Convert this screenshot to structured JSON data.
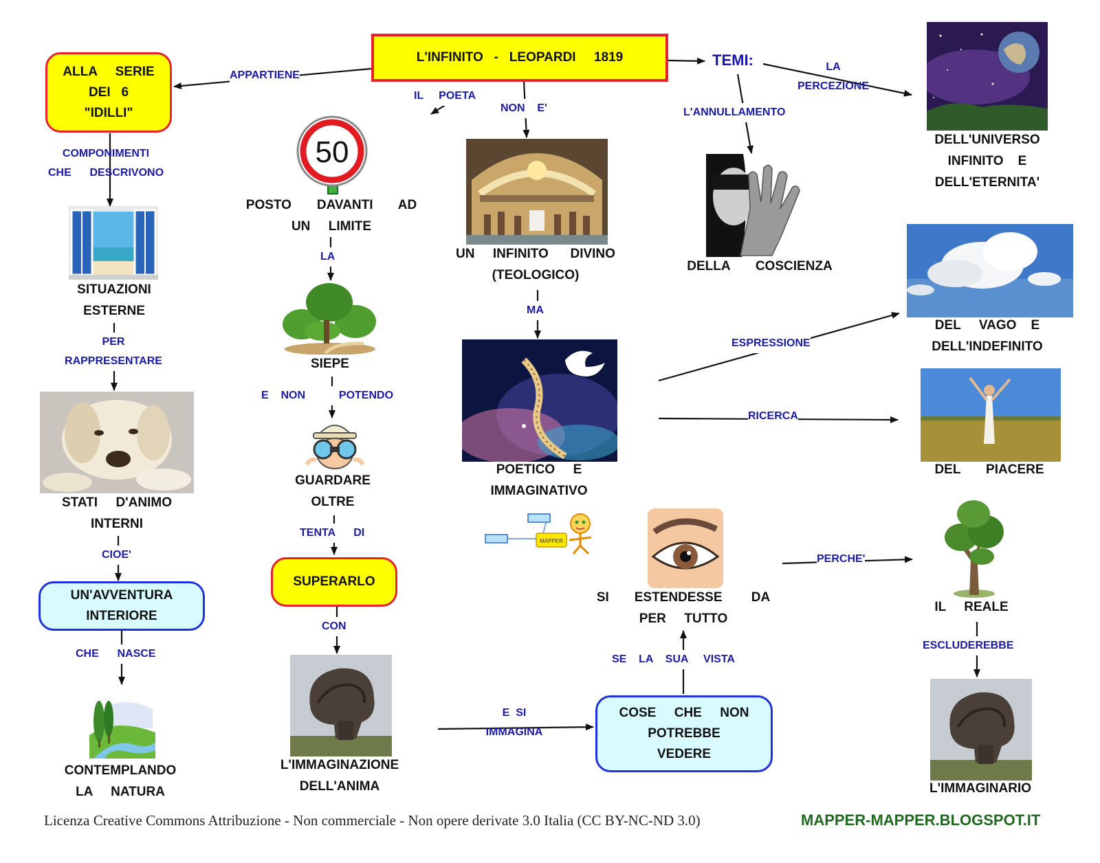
{
  "title": "L'INFINITO   -   LEOPARDI     1819",
  "temi_label": "TEMI:",
  "nodes": {
    "serie_idilli": "ALLA     SERIE\nDEI   6\n\"IDILLI\"",
    "situazioni_esterne": "SITUAZIONI\nESTERNE",
    "stati_animo": "STATI     D'ANIMO\nINTERNI",
    "avventura": "UN'AVVENTURA\nINTERIORE",
    "contemplando": "CONTEMPLANDO\nLA     NATURA",
    "posto_davanti": "POSTO       DAVANTI       AD\nUN     LIMITE",
    "siepe": "SIEPE",
    "guardare_oltre": "GUARDARE\nOLTRE",
    "superarlo": "SUPERARLO",
    "immaginazione": "L'IMMAGINAZIONE\nDELL'ANIMA",
    "infinito_divino": "UN     INFINITO      DIVINO\n(TEOLOGICO)",
    "poetico": "POETICO     E\nIMMAGINATIVO",
    "coscienza": "DELLA       COSCIENZA",
    "universo": "DELL'UNIVERSO\nINFINITO    E\nDELL'ETERNITA'",
    "vago": "DEL     VAGO    E\nDELL'INDEFINITO",
    "piacere": "DEL       PIACERE",
    "estendesse": "SI       ESTENDESSE        DA\nPER     TUTTO",
    "cose": "COSE     CHE     NON\nPOTREBBE\nVEDERE",
    "reale": "IL     REALE",
    "immaginario": "L'IMMAGINARIO"
  },
  "links": {
    "appartiene": "APPARTIENE",
    "componimenti": "COMPONIMENTI\nCHE      DESCRIVONO",
    "per_rappresentare": "PER\nRAPPRESENTARE",
    "cioe": "CIOE'",
    "che_nasce": "CHE      NASCE",
    "il_poeta": "IL     POETA",
    "la": "LA",
    "e_non_potendo": "E    NON           POTENDO",
    "tenta_di": "TENTA      DI",
    "con": "CON",
    "non_e": "NON    E'",
    "ma": "MA",
    "annullamento": "L'ANNULLAMENTO",
    "percezione": "LA\nPERCEZIONE",
    "espressione": "ESPRESSIONE",
    "ricerca": "RICERCA",
    "perche": "PERCHE'",
    "e_si_immagina": "E  SI\nIMMAGINA",
    "se_la_sua_vista": "SE    LA    SUA     VISTA",
    "escluderebbe": "ESCLUDEREBBE"
  },
  "mapper_logo_text": "MAPPER",
  "speed_sign_number": "50",
  "footer": {
    "license": "Licenza Creative Commons Attribuzione - Non commerciale - Non opere derivate 3.0 Italia (CC BY-NC-ND 3.0)",
    "site": "MAPPER-MAPPER.BLOGSPOT.IT"
  },
  "colors": {
    "box_yellow": "#ffff00",
    "box_red_border": "#e8202a",
    "box_cyan": "#d8fbff",
    "box_blue_border": "#1f2fdc",
    "link_text": "#1a1aa8",
    "site_green": "#1f6a1f"
  },
  "icons": [
    "window-picture",
    "sad-dog-picture",
    "landscape-picture",
    "speed-limit-sign-icon",
    "tree-picture",
    "binoculars-picture",
    "tree-head-picture",
    "fresco-picture",
    "stairway-dove-picture",
    "mapper-logo-icon",
    "blindfold-hand-picture",
    "earth-space-picture",
    "clouds-picture",
    "woman-field-picture",
    "eye-picture",
    "oak-tree-picture"
  ]
}
